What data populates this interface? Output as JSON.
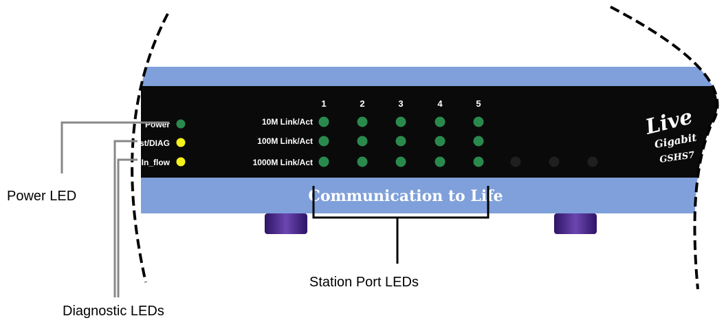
{
  "device": {
    "status_labels": [
      "Power",
      "st/DIAG",
      "In_flow"
    ],
    "row_labels": [
      "10M Link/Act",
      "100M Link/Act",
      "1000M Link/Act"
    ],
    "port_numbers": [
      "1",
      "2",
      "3",
      "4",
      "5"
    ],
    "slogan": "Communication to Life",
    "brand_script": "Live",
    "brand_sub": "Gigabit",
    "model": "GSHS7",
    "colors": {
      "blue_band": "#7fa0da",
      "panel": "#0a0a0a",
      "led_green": "#2a8a4e",
      "led_yellow": "#f4f21a",
      "led_off": "#1f1f1f",
      "foot": "#4e2a8a",
      "slogan": "#ffffff"
    }
  },
  "callouts": {
    "power_led": "Power LED",
    "diagnostic_leds": "Diagnostic LEDs",
    "station_port_leds": "Station Port LEDs"
  }
}
